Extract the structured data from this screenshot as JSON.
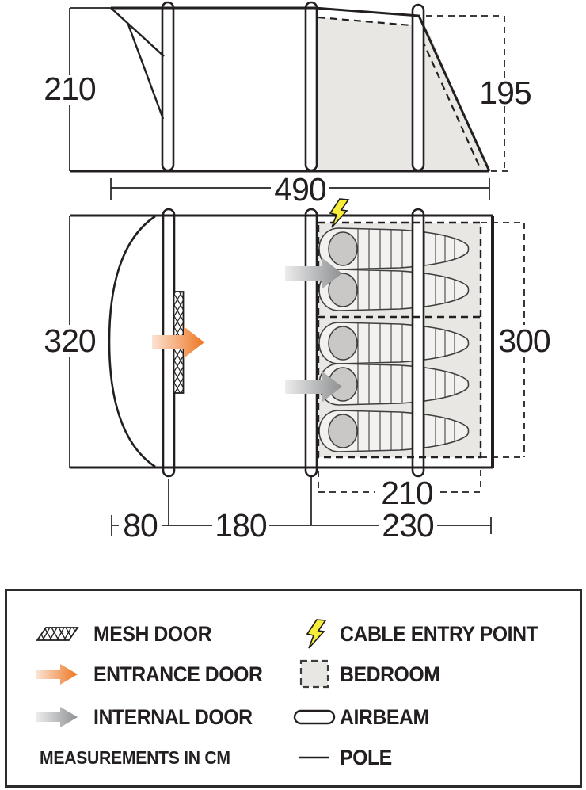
{
  "side_view": {
    "height_front": "210",
    "height_rear": "195",
    "length": "490"
  },
  "floor_plan": {
    "width": "320",
    "bedroom_width": "300",
    "bedroom_length": "210",
    "porch_length": "80",
    "living_length": "180",
    "bedroom_length_outer": "230",
    "sleeping_bags": 5
  },
  "legend": {
    "items": [
      {
        "id": "mesh-door",
        "label": "MESH DOOR"
      },
      {
        "id": "entrance-door",
        "label": "ENTRANCE DOOR"
      },
      {
        "id": "internal-door",
        "label": "INTERNAL DOOR"
      },
      {
        "id": "cable-entry",
        "label": "CABLE ENTRY POINT"
      },
      {
        "id": "bedroom",
        "label": "BEDROOM"
      },
      {
        "id": "airbeam",
        "label": "AIRBEAM"
      },
      {
        "id": "pole",
        "label": "POLE"
      }
    ],
    "note": "MEASUREMENTS IN CM"
  },
  "colors": {
    "line": "#231f20",
    "orange": "#ee7623",
    "orange_light": "#fbe3d2",
    "gray_arrow": "#8e9092",
    "gray_arrow_light": "#ececec",
    "cable_yellow": "#f8ed39",
    "bedroom_fill": "#e9e7e4",
    "bag_fill": "#f2f1ef",
    "bag_head": "#c9c8c6"
  }
}
